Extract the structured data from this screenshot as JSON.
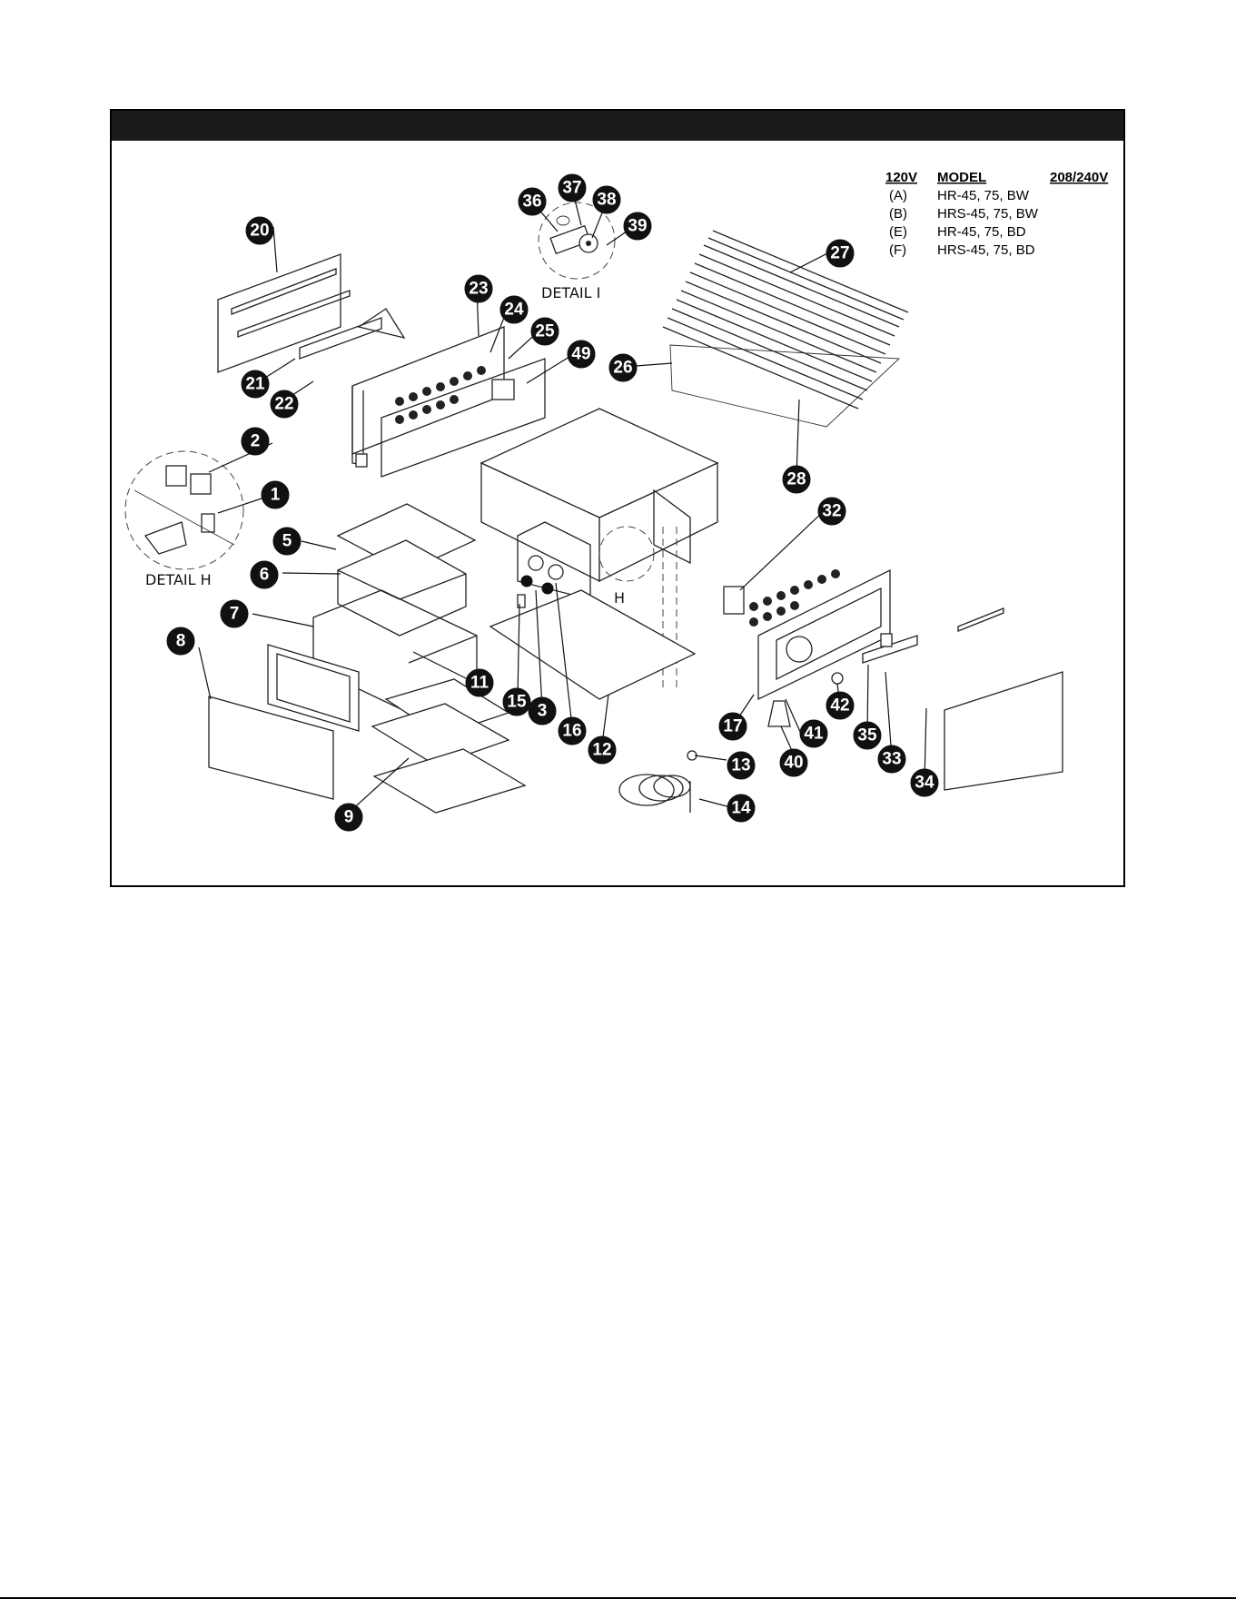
{
  "legend": {
    "col_120v_header": "120V",
    "col_model_header": "MODEL",
    "col_208_header": "208/240V",
    "rows": [
      {
        "code": "(A)",
        "model": "HR-45, 75, BW"
      },
      {
        "code": "(B)",
        "model": "HRS-45, 75, BW"
      },
      {
        "code": "(E)",
        "model": "HR-45, 75, BD"
      },
      {
        "code": "(F)",
        "model": "HRS-45, 75, BD"
      }
    ]
  },
  "details": {
    "detail_i": "DETAIL I",
    "detail_h": "DETAIL H",
    "h_marker": "H"
  },
  "callouts": [
    "1",
    "2",
    "3",
    "5",
    "6",
    "7",
    "8",
    "9",
    "11",
    "12",
    "13",
    "14",
    "15",
    "16",
    "17",
    "20",
    "21",
    "22",
    "23",
    "24",
    "25",
    "26",
    "27",
    "28",
    "32",
    "33",
    "34",
    "35",
    "36",
    "37",
    "38",
    "39",
    "40",
    "41",
    "42",
    "49"
  ],
  "colors": {
    "callout_fill": "#111111",
    "header_bar": "#1b1b1b",
    "callout_text": "#ffffff"
  }
}
